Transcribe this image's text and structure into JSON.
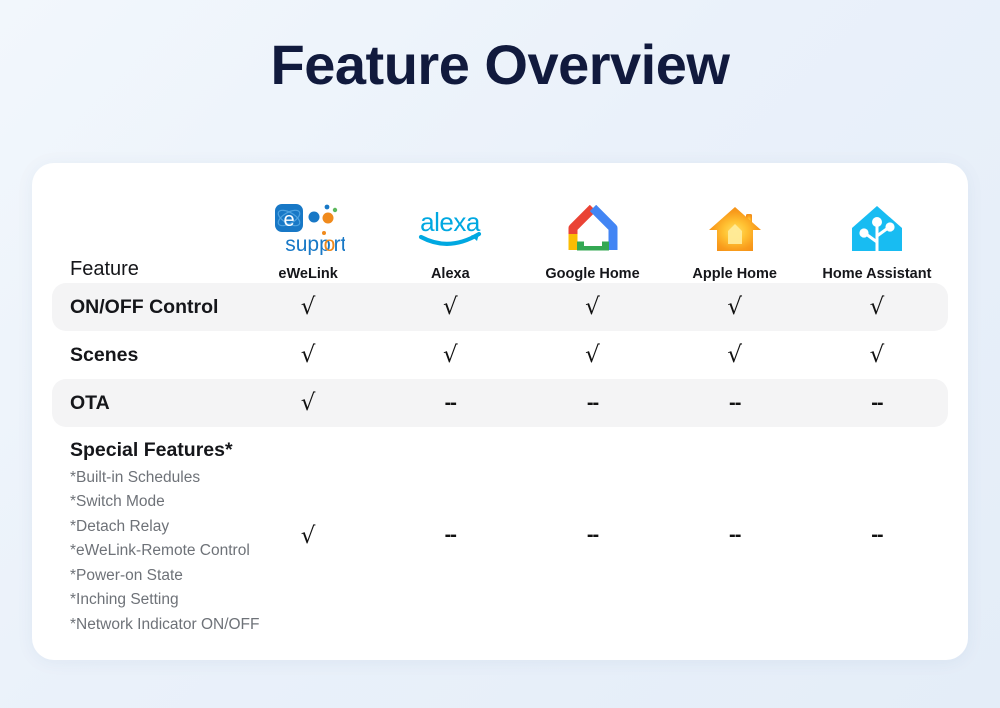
{
  "page": {
    "title": "Feature Overview",
    "background_start": "#f2f7fc",
    "background_end": "#e4edf8",
    "title_color": "#111a3d",
    "card_color": "#ffffff",
    "shaded_row_color": "#f4f4f5"
  },
  "table": {
    "feature_column_header": "Feature",
    "brands": [
      {
        "name": "eWeLink",
        "icon": "ewelink-logo",
        "color": "#1b7fd4"
      },
      {
        "name": "Alexa",
        "icon": "alexa-logo",
        "color": "#00a8e1"
      },
      {
        "name": "Google Home",
        "icon": "google-home-logo",
        "color": "#4285f4"
      },
      {
        "name": "Apple Home",
        "icon": "apple-home-logo",
        "color": "#f5a623"
      },
      {
        "name": "Home Assistant",
        "icon": "home-assistant-logo",
        "color": "#18bcf2"
      }
    ],
    "check_symbol": "√",
    "dash_symbol": "--",
    "rows": [
      {
        "label": "ON/OFF Control",
        "shaded": true,
        "values": [
          "√",
          "√",
          "√",
          "√",
          "√"
        ]
      },
      {
        "label": "Scenes",
        "shaded": false,
        "values": [
          "√",
          "√",
          "√",
          "√",
          "√"
        ]
      },
      {
        "label": "OTA",
        "shaded": true,
        "values": [
          "√",
          "--",
          "--",
          "--",
          "--"
        ]
      }
    ],
    "special_row": {
      "title": "Special Features*",
      "shaded": false,
      "items": [
        "*Built-in Schedules",
        "*Switch Mode",
        "*Detach Relay",
        "*eWeLink-Remote Control",
        "*Power-on State",
        "*Inching Setting",
        "*Network Indicator ON/OFF"
      ],
      "values": [
        "√",
        "--",
        "--",
        "--",
        "--"
      ]
    }
  }
}
